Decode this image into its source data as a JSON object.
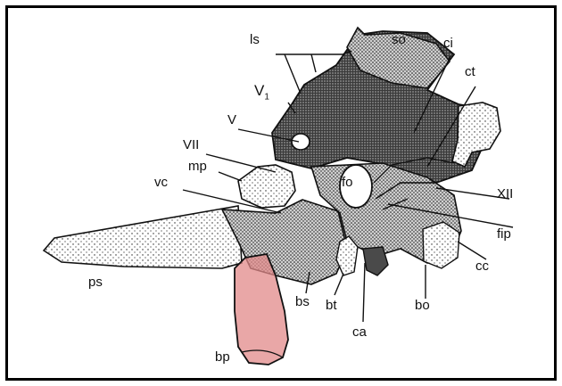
{
  "figure": {
    "accent_color": "#e28a8a",
    "labels": {
      "ls": "ls",
      "so": "so",
      "ci": "ci",
      "ct": "ct",
      "v1_main": "V",
      "v1_sub": "1",
      "v": "V",
      "vii": "VII",
      "mp": "mp",
      "vc": "vc",
      "fo": "fo",
      "xii": "XII",
      "fip": "fip",
      "cc": "cc",
      "ps": "ps",
      "bs": "bs",
      "bt": "bt",
      "bo": "bo",
      "ca": "ca",
      "bp": "bp"
    }
  }
}
